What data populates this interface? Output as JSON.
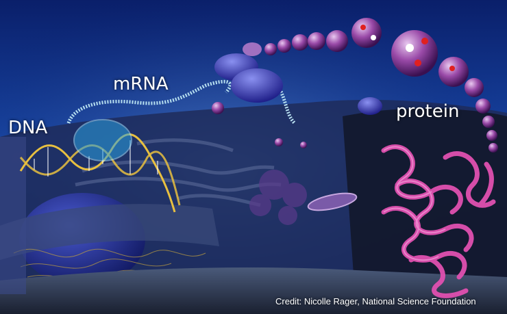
{
  "labels": {
    "dna": "DNA",
    "mrna": "mRNA",
    "protein": "protein"
  },
  "credit": "Credit: Nicolle Rager, National Science Foundation",
  "colors": {
    "sky_top": "#0a2a7a",
    "sky_bottom": "#1a4aa8",
    "cell_dark": "#1a2040",
    "nucleus": "#1b2a8a",
    "dna_strand": "#e8c040",
    "mrna_strand": "#a8d8e8",
    "ribosome": "#3a3ab0",
    "bead": "#9a4aa8",
    "protein_ribbon": "#e050b0"
  }
}
